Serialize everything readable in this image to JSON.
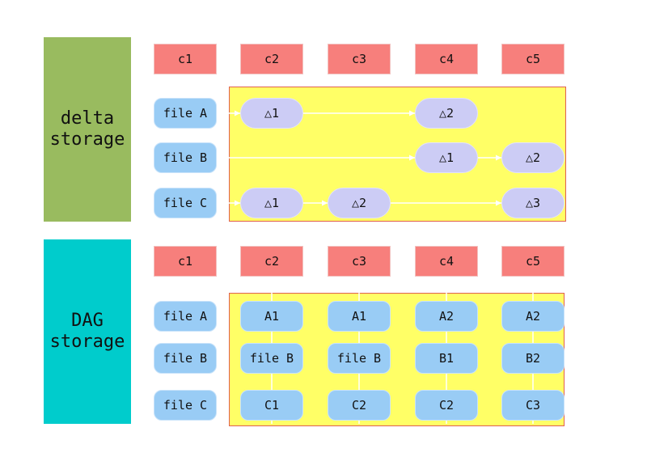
{
  "colors": {
    "delta_panel": "#99bb5f",
    "dag_panel": "#00cccc",
    "commit_header": "#f77f7c",
    "highlight_area": "#ffff66",
    "highlight_border": "#e06050",
    "file_box": "#99ccf5",
    "delta_box": "#ccccf5",
    "arrow": "#ffffff"
  },
  "delta": {
    "title": "delta\nstorage",
    "commits": [
      "c1",
      "c2",
      "c3",
      "c4",
      "c5"
    ],
    "files": [
      "file A",
      "file B",
      "file C"
    ],
    "cells": [
      [
        "",
        "△1",
        "",
        "△2",
        ""
      ],
      [
        "",
        "",
        "",
        "△1",
        "△2"
      ],
      [
        "",
        "△1",
        "△2",
        "",
        "△3"
      ]
    ]
  },
  "dag": {
    "title": "DAG\nstorage",
    "commits": [
      "c1",
      "c2",
      "c3",
      "c4",
      "c5"
    ],
    "files": [
      "file A",
      "file B",
      "file C"
    ],
    "cells": [
      [
        "",
        "A1",
        "A1",
        "A2",
        "A2"
      ],
      [
        "",
        "file B",
        "file B",
        "B1",
        "B2"
      ],
      [
        "",
        "C1",
        "C2",
        "C2",
        "C3"
      ]
    ]
  }
}
